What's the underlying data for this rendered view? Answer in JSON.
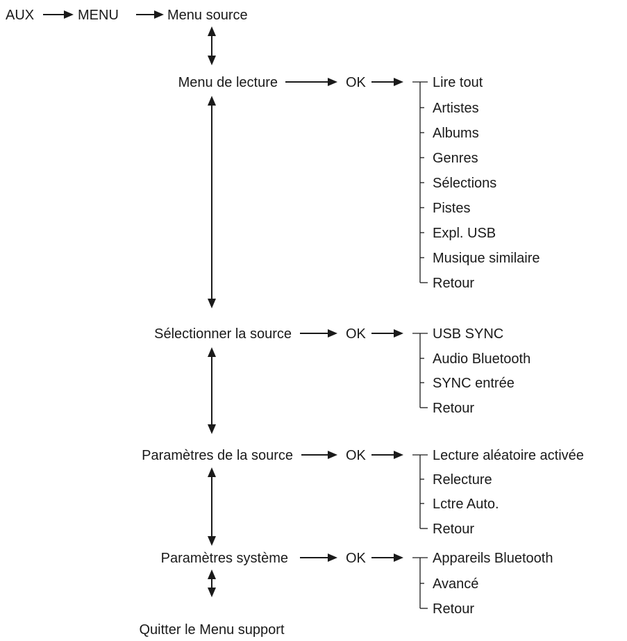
{
  "top_row": {
    "aux": "AUX",
    "menu": "MENU",
    "menu_source": "Menu source"
  },
  "ok_label": "OK",
  "nodes": [
    {
      "label": "Menu de lecture",
      "items": [
        "Lire tout",
        "Artistes",
        "Albums",
        "Genres",
        "Sélections",
        "Pistes",
        "Expl. USB",
        "Musique similaire",
        "Retour"
      ]
    },
    {
      "label": "Sélectionner la source",
      "items": [
        "USB SYNC",
        "Audio Bluetooth",
        "SYNC entrée",
        "Retour"
      ]
    },
    {
      "label": "Paramètres de la source",
      "items": [
        "Lecture aléatoire activée",
        "Relecture",
        "Lctre Auto.",
        "Retour"
      ]
    },
    {
      "label": "Paramètres système",
      "items": [
        "Appareils Bluetooth",
        "Avancé",
        "Retour"
      ]
    }
  ],
  "exit_label": "Quitter le Menu support",
  "colors": {
    "ink": "#1a1a1a",
    "background": "#ffffff"
  }
}
